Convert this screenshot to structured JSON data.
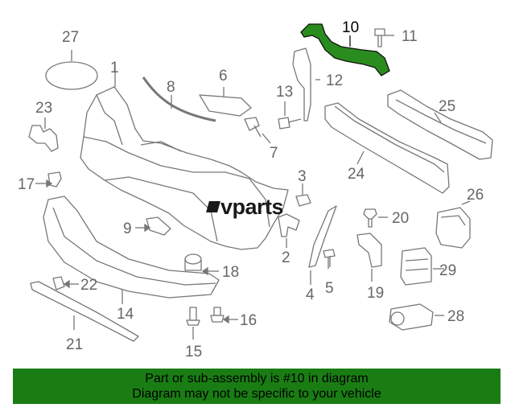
{
  "callouts": {
    "c1": "1",
    "c2": "2",
    "c3": "3",
    "c4": "4",
    "c5": "5",
    "c6": "6",
    "c7": "7",
    "c8": "8",
    "c9": "9",
    "c10": "10",
    "c11": "11",
    "c12": "12",
    "c13": "13",
    "c14": "14",
    "c15": "15",
    "c16": "16",
    "c17": "17",
    "c18": "18",
    "c19": "19",
    "c20": "20",
    "c21": "21",
    "c22": "22",
    "c23": "23",
    "c24": "24",
    "c25": "25",
    "c26": "26",
    "c27": "27",
    "c28": "28",
    "c29": "29"
  },
  "highlight": {
    "part": "10",
    "color": "#2a8c1e"
  },
  "watermark": {
    "text": "vparts"
  },
  "footer": {
    "line1": "Part or sub-assembly is #10 in diagram",
    "line2": "Diagram may not be specific to your vehicle",
    "background": "#1a7d14"
  }
}
